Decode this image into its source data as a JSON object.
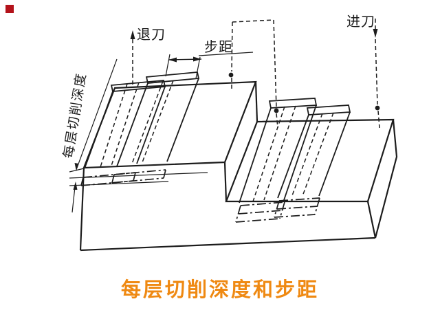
{
  "page": {
    "background": "#ffffff"
  },
  "corner_marker": {
    "color": "#b3121a"
  },
  "diagram": {
    "line_color": "#1c1c1c",
    "labels": {
      "retract_tool": "退刀",
      "step_distance": "步距",
      "plunge_tool": "进刀",
      "depth_per_layer": "每层切削深度"
    },
    "arrows": {
      "retract_direction": "up",
      "plunge_direction": "down"
    }
  },
  "caption": {
    "text": "每层切削深度和步距",
    "color": "#ef8912"
  }
}
